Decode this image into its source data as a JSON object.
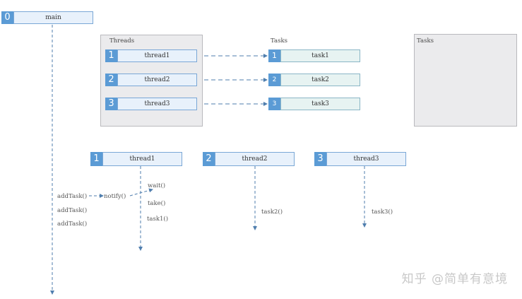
{
  "main": {
    "number": "0",
    "label": "main"
  },
  "threads_group": {
    "label": "Threads"
  },
  "tasks_label": "Tasks",
  "tasks_group": {
    "label": "Tasks"
  },
  "threads": [
    {
      "number": "1",
      "label": "thread1"
    },
    {
      "number": "2",
      "label": "thread2"
    },
    {
      "number": "3",
      "label": "thread3"
    }
  ],
  "tasks": [
    {
      "number": "1",
      "label": "task1"
    },
    {
      "number": "2",
      "label": "task2"
    },
    {
      "number": "3",
      "label": "task3"
    }
  ],
  "lanes": [
    {
      "number": "1",
      "label": "thread1"
    },
    {
      "number": "2",
      "label": "thread2"
    },
    {
      "number": "3",
      "label": "thread3"
    }
  ],
  "main_calls": [
    "addTask()",
    "addTask()",
    "addTask()"
  ],
  "notify": "notify()",
  "thread1_calls": [
    "wait()",
    "take()",
    "task1()"
  ],
  "thread2_calls": [
    "task2()"
  ],
  "thread3_calls": [
    "task3()"
  ],
  "watermark": "知乎 @简单有意境",
  "colors": {
    "accent": "#5b9bd5",
    "line": "#4f7eae",
    "group_bg": "#ebebed"
  }
}
